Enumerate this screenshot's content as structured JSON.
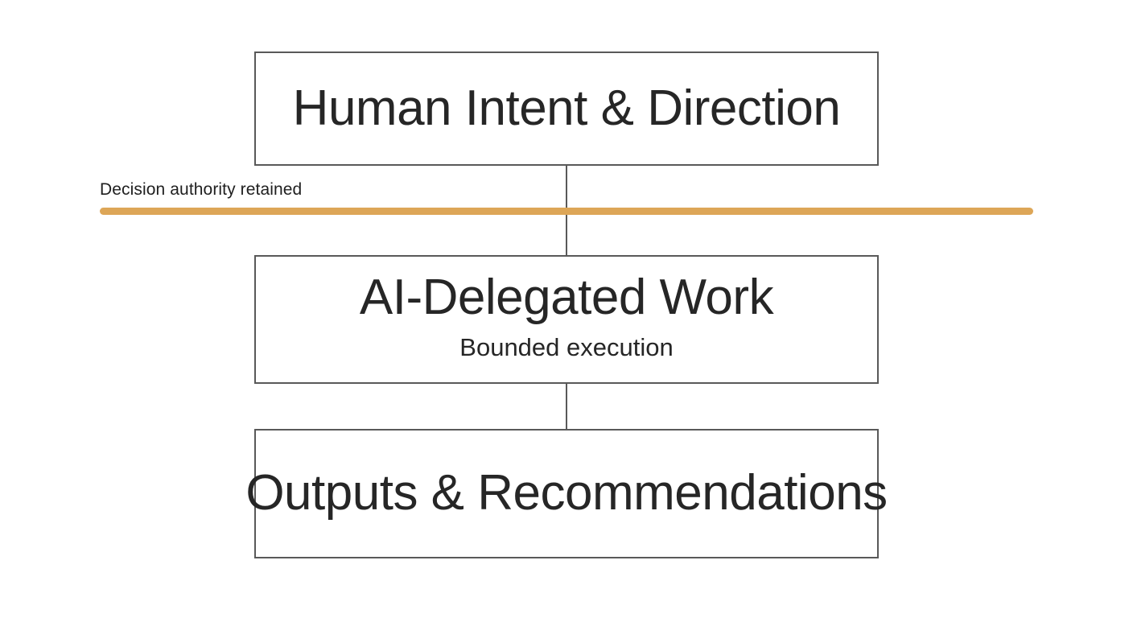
{
  "diagram": {
    "background_color": "#ffffff",
    "box_border_color": "#595959",
    "text_color": "#262626",
    "accent_color": "#dda657",
    "nodes": [
      {
        "id": "human-intent",
        "title": "Human Intent & Direction",
        "subtitle": ""
      },
      {
        "id": "ai-delegated-work",
        "title": "AI-Delegated Work",
        "subtitle": "Bounded execution"
      },
      {
        "id": "outputs-recommendations",
        "title": "Outputs & Recommendations",
        "subtitle": ""
      }
    ],
    "boundary": {
      "label": "Decision authority retained",
      "color": "#dda657"
    }
  }
}
